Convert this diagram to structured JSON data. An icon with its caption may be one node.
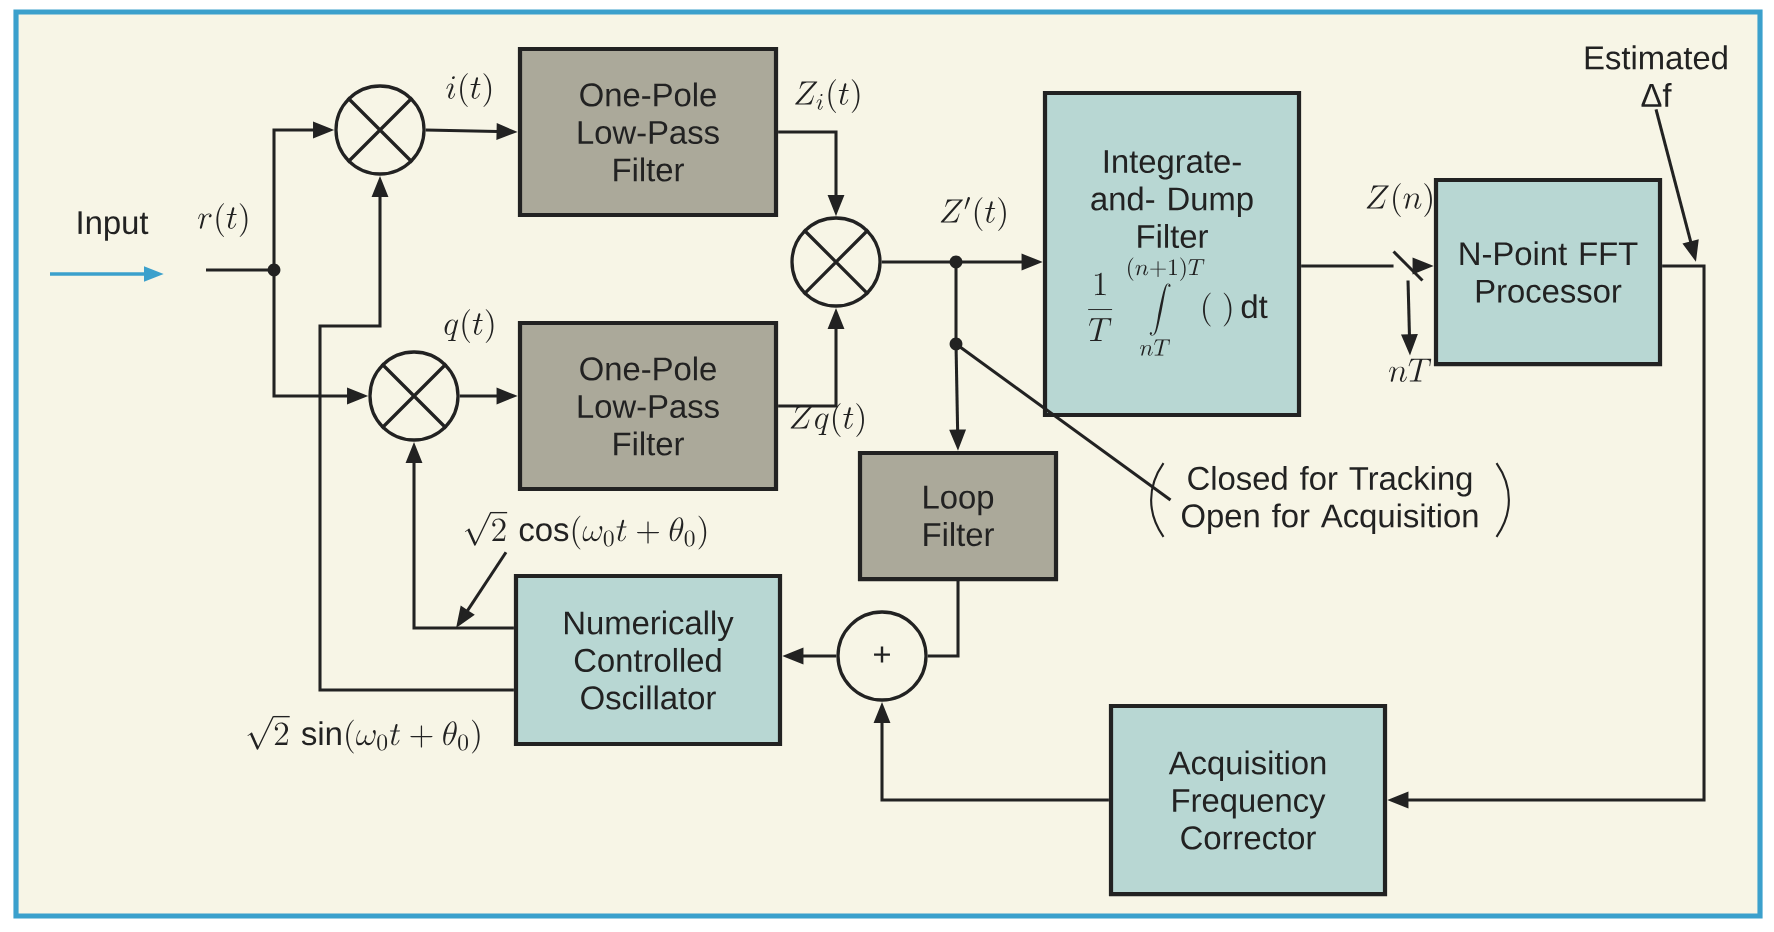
{
  "diagram": {
    "nodes": [
      {
        "text": [],
        "shape": "circle"
      },
      {
        "text": [
          "One-Pole Low-Pass Filter"
        ]
      },
      {
        "text": [],
        "shape": "circle"
      },
      {
        "text": [
          "One-Pole Low-Pass Filter"
        ]
      },
      {
        "text": [],
        "shape": "circle"
      },
      {
        "text": [
          "Integrate- and- Dump Filter",
          "\\frac{1}{T}\\int\\limits_{nT}^{(n+1)T}(\\;)\\,\\mathrm{dt}"
        ]
      },
      {
        "text": [
          "N-Point FFT Processor"
        ]
      },
      {
        "text": [
          "Loop Filter"
        ]
      },
      {
        "text": [
          "Numerically Controlled Oscillator"
        ]
      },
      {
        "text": [
          "+"
        ]
      },
      {
        "text": [
          "Acquisition Frequency Corrector"
        ]
      },
      {
        "text": [
          "Closed for Tracking Open for Acquisition"
        ]
      },
      {
        "text": [
          "Estimated Δf"
        ]
      },
      {
        "text": [
          "\\sqrt{2}\\,\\cos(\\omega_0 t+\\theta_0)"
        ]
      },
      {
        "text": [],
        "shape": "dot"
      },
      {
        "text": [],
        "shape": "dot"
      },
      {
        "text": [],
        "shape": "dot"
      },
      {
        "text": [],
        "shape": "switch"
      },
      {
        "text": [
          "nT"
        ]
      }
    ],
    "edges": [
      {
        "from": null,
        "to": 14,
        "arrow": "none"
      },
      {
        "from": 14,
        "to": 0,
        "arrow": "to"
      },
      {
        "from": 14,
        "to": 2,
        "arrow": "to"
      },
      {
        "from": 0,
        "to": 1,
        "arrow": "to"
      },
      {
        "from": 2,
        "to": 3,
        "arrow": "to"
      },
      {
        "from": 1,
        "to": 4,
        "arrow": "to"
      },
      {
        "from": 3,
        "to": 4,
        "arrow": "to"
      },
      {
        "from": 4,
        "to": 15,
        "arrow": "none"
      },
      {
        "from": 15,
        "to": 5,
        "arrow": "to"
      },
      {
        "from": 5,
        "to": 17,
        "arrow": "none"
      },
      {
        "from": 17,
        "to": 6,
        "arrow": "to"
      },
      {
        "from": 17,
        "to": 18,
        "arrow": "to"
      },
      {
        "from": 15,
        "to": 16,
        "arrow": "none"
      },
      {
        "from": 16,
        "to": 7,
        "arrow": "to"
      },
      {
        "from": 11,
        "to": 16,
        "arrow": "none"
      },
      {
        "from": 7,
        "to": 9,
        "arrow": "none"
      },
      {
        "from": 9,
        "to": 8,
        "arrow": "to"
      },
      {
        "from": 6,
        "to": 10,
        "arrow": "to"
      },
      {
        "from": 10,
        "to": 9,
        "arrow": "to"
      },
      {
        "from": 8,
        "to": 2,
        "arrow": "to"
      },
      {
        "from": 8,
        "to": 0,
        "arrow": "to"
      },
      {
        "from": 12,
        "to": null,
        "arrow": "to"
      },
      {
        "from": 13,
        "to": null,
        "arrow": "to"
      }
    ],
    "labels": [
      "Input",
      "r(t)",
      "i(t)",
      "q(t)",
      "Z_i(t)",
      "Zq(t)",
      "Z'(t)",
      "Z(n)",
      "\\sqrt{2}\\,\\sin(\\omega_0 t+\\theta_0)"
    ]
  }
}
